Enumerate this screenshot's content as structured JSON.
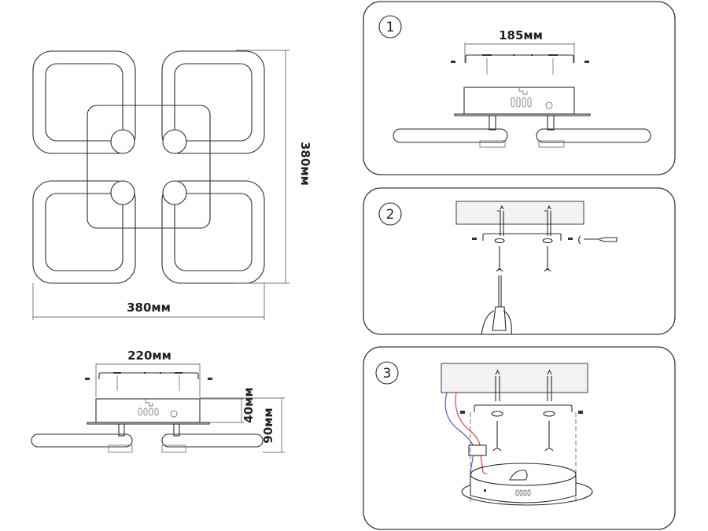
{
  "top_view": {
    "width_label": "380мм",
    "height_label": "380мм"
  },
  "side_view": {
    "bracket_width_label": "220мм",
    "base_height_label": "40мм",
    "total_height_label": "90мм"
  },
  "steps": [
    {
      "number": "1",
      "dimension_label": "185мм",
      "description": "bracket-and-fixture-overview"
    },
    {
      "number": "2",
      "description": "mount-bracket-to-ceiling"
    },
    {
      "number": "3",
      "description": "connect-wires-and-attach-fixture"
    }
  ],
  "colors": {
    "wire_live": "#d44444",
    "wire_neutral": "#5555cc",
    "line": "#2b2b2b"
  }
}
